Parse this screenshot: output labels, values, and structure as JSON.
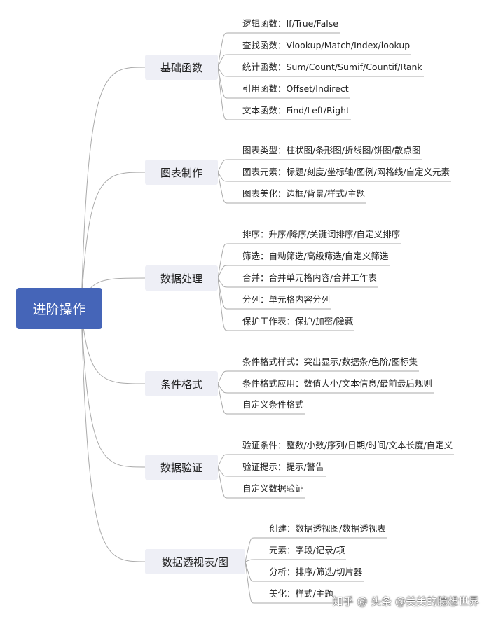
{
  "root": {
    "label": "进阶操作"
  },
  "branches": [
    {
      "label": "基础函数",
      "leaves": [
        "逻辑函数：If/True/False",
        "查找函数：Vlookup/Match/Index/lookup",
        "统计函数：Sum/Count/Sumif/Countif/Rank",
        "引用函数：Offset/Indirect",
        "文本函数：Find/Left/Right"
      ]
    },
    {
      "label": "图表制作",
      "leaves": [
        "图表类型：柱状图/条形图/折线图/饼图/散点图",
        "图表元素：标题/刻度/坐标轴/图例/网格线/自定义元素",
        "图表美化：边框/背景/样式/主题"
      ]
    },
    {
      "label": "数据处理",
      "leaves": [
        "排序：升序/降序/关键词排序/自定义排序",
        "筛选：自动筛选/高级筛选/自定义筛选",
        "合并：合并单元格内容/合并工作表",
        "分列：单元格内容分列",
        "保护工作表：保护/加密/隐藏"
      ]
    },
    {
      "label": "条件格式",
      "leaves": [
        "条件格式样式：突出显示/数据条/色阶/图标集",
        "条件格式应用：数值大小/文本信息/最前最后规则",
        "自定义条件格式"
      ]
    },
    {
      "label": "数据验证",
      "leaves": [
        "验证条件：整数/小数/序列/日期/时间/文本长度/自定义",
        "验证提示：提示/警告",
        "自定义数据验证"
      ]
    },
    {
      "label": "数据透视表/图",
      "leaves": [
        "创建：数据透视图/数据透视表",
        "元素：字段/记录/项",
        "分析：排序/筛选/切片器",
        "美化：样式/主题"
      ]
    }
  ],
  "watermark": "知乎 @ 头条 @美美的臆想世界",
  "colors": {
    "root_bg": "#4565b8",
    "branch_bg": "#eeeff6",
    "line": "#aaaaaa"
  }
}
